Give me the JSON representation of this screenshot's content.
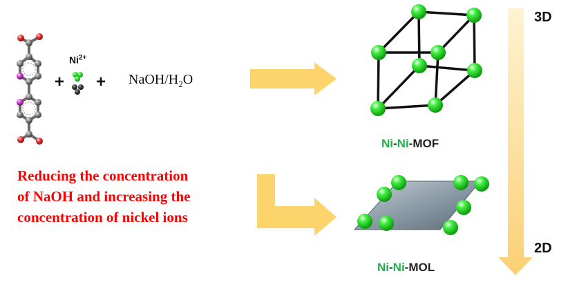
{
  "reactants": {
    "ion_label": "Ni",
    "ion_charge": "2+",
    "plus": "+",
    "reagent_base": "NaOH/H",
    "reagent_sub": "2",
    "reagent_tail": "O"
  },
  "products": {
    "mof": {
      "prefix_ni1": "Ni",
      "sep1": "-",
      "prefix_ni2": "Ni",
      "suffix": "-MOF"
    },
    "mol": {
      "prefix_ni1": "Ni",
      "sep1": "-",
      "prefix_ni2": "Ni",
      "suffix": "-MOL"
    }
  },
  "condition": {
    "lines": [
      "Reducing the concentration",
      "of NaOH and increasing the",
      "concentration of nickel ions"
    ]
  },
  "dimension_axis": {
    "top": "3D",
    "bottom": "2D"
  },
  "colors": {
    "arrow": "#fdd46b",
    "arrow_light": "#fde9b0",
    "node_green": "#33dd33",
    "ni_text_green": "#1db34a",
    "condition_red": "#ff0000",
    "sheet_gray": "#8a9aa6"
  }
}
